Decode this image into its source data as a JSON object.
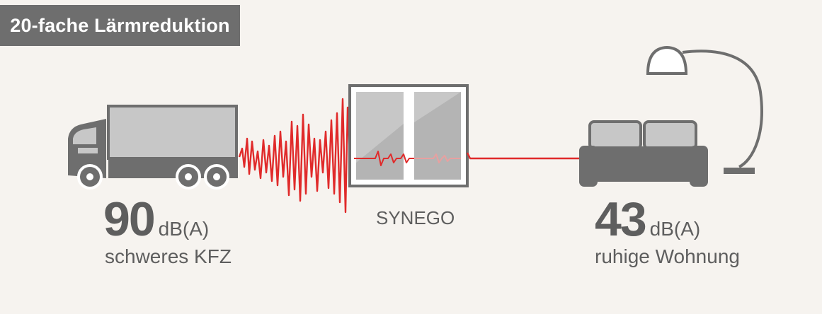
{
  "title": "20-fache Lärmreduktion",
  "left": {
    "value": "90",
    "unit": "dB(A)",
    "label": "schweres KFZ",
    "icon": "truck-icon"
  },
  "middle": {
    "label": "SYNEGO",
    "icon": "window-icon"
  },
  "right": {
    "value": "43",
    "unit": "dB(A)",
    "label": "ruhige Wohnung",
    "icons": [
      "sofa-icon",
      "floor-lamp-icon"
    ]
  },
  "colors": {
    "background": "#f6f3ef",
    "badge": "#6e6e6e",
    "icon_gray": "#6e6e6e",
    "light_gray": "#c7c7c7",
    "text": "#5e5e5e",
    "sound_wave": "#e02a2a"
  }
}
